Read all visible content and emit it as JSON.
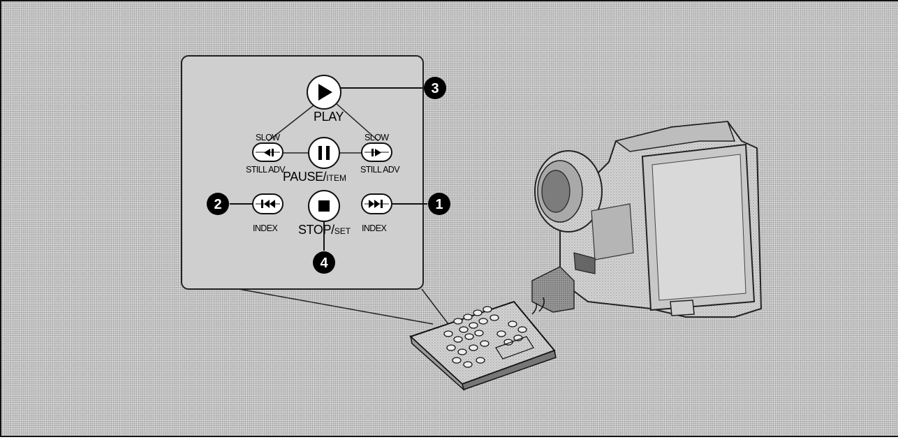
{
  "buttons": {
    "play": "PLAY",
    "pause_main": "PAUSE/",
    "pause_sub": "ITEM",
    "stop_main": "STOP/",
    "stop_sub": "SET",
    "slow_left_top": "SLOW",
    "slow_left_bottom": "STILL ADV",
    "slow_right_top": "SLOW",
    "slow_right_bottom": "STILL ADV",
    "index_left": "INDEX",
    "index_right": "INDEX"
  },
  "callouts": [
    "1",
    "2",
    "3",
    "4"
  ],
  "icons": {
    "play": "play-icon",
    "pause": "pause-icon",
    "stop": "stop-icon",
    "slow_back": "slow-reverse-icon",
    "slow_forward": "slow-forward-icon",
    "skip_back": "skip-previous-icon",
    "skip_forward": "skip-next-icon"
  }
}
